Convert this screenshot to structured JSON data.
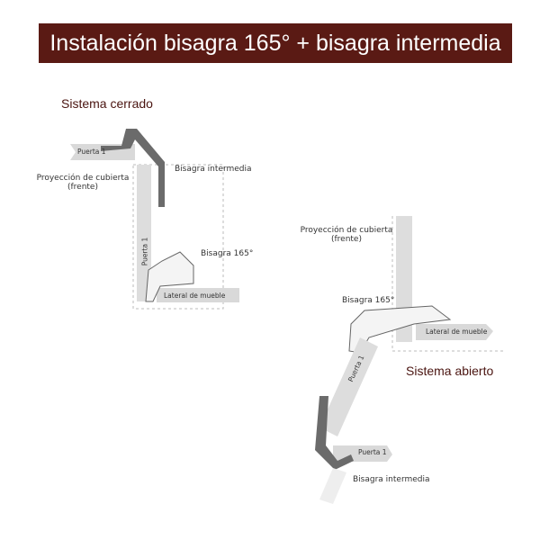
{
  "title": "Instalación bisagra 165° + bisagra intermedia",
  "closed": {
    "heading": "Sistema cerrado",
    "door_top": "Puerta 1",
    "door_side": "Puerta 1",
    "intermediate": "Bisagra intermedia",
    "projection": "Proyección de cubierta",
    "projection2": "(frente)",
    "hinge165": "Bisagra 165°",
    "side": "Lateral de mueble"
  },
  "open": {
    "heading": "Sistema abierto",
    "projection": "Proyección de cubierta",
    "projection2": "(frente)",
    "hinge165": "Bisagra 165°",
    "side": "Lateral de mueble",
    "door_angled": "Puerta 1",
    "door_bottom": "Puerta 1",
    "intermediate": "Bisagra intermedia"
  },
  "colors": {
    "banner": "#5a1a14",
    "hinge": "#6b6b6b",
    "panel": "#d9d9d9"
  }
}
